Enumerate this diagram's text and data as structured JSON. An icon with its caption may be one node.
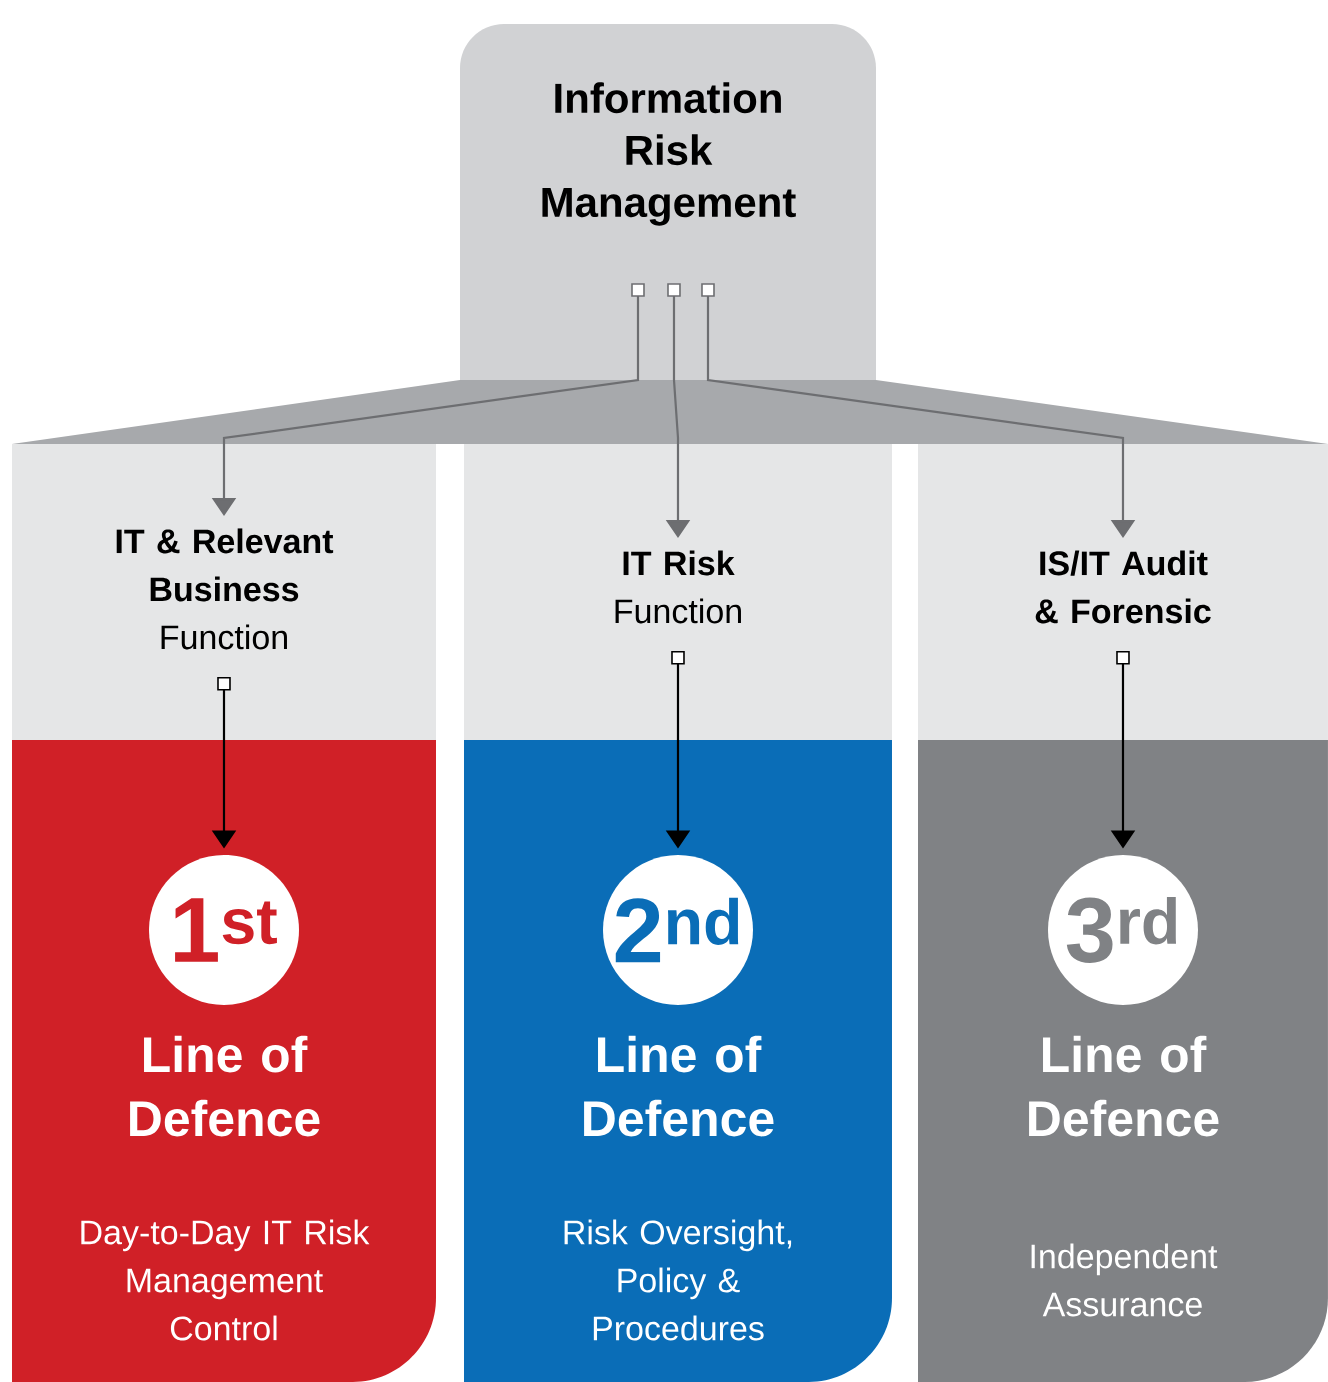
{
  "diagram": {
    "nodes": [
      {
        "text": [
          "Information Risk Management"
        ]
      },
      {
        "text": [
          "IT & Relevant Business",
          "Function"
        ]
      },
      {
        "text": [
          "IT Risk",
          "Function"
        ]
      },
      {
        "text": [
          "IS/IT Audit & Forensic"
        ]
      },
      {
        "text": [
          "Line of Defence",
          "Day-to-Day IT Risk Management Control"
        ]
      },
      {
        "text": [
          "1$^{st}$"
        ],
        "in": 4
      },
      {
        "text": [
          "Line of Defence",
          "Risk Oversight, Policy & Procedures"
        ]
      },
      {
        "text": [
          "2$^{nd}$"
        ],
        "in": 6
      },
      {
        "text": [
          "Line of Defence",
          "Independent Assurance"
        ]
      },
      {
        "text": [
          "3$^{rd}$"
        ],
        "in": 8
      }
    ],
    "edges": [
      {
        "from": 0,
        "to": 1,
        "arrow": "to",
        "color": "#6d6e71"
      },
      {
        "from": 0,
        "to": 2,
        "arrow": "to",
        "color": "#6d6e71"
      },
      {
        "from": 0,
        "to": 3,
        "arrow": "to",
        "color": "#6d6e71"
      },
      {
        "from": 1,
        "to": 5,
        "arrow": "to",
        "color": "#000000"
      },
      {
        "from": 2,
        "to": 7,
        "arrow": "to",
        "color": "#000000"
      },
      {
        "from": 3,
        "to": 9,
        "arrow": "to",
        "color": "#000000"
      }
    ]
  }
}
